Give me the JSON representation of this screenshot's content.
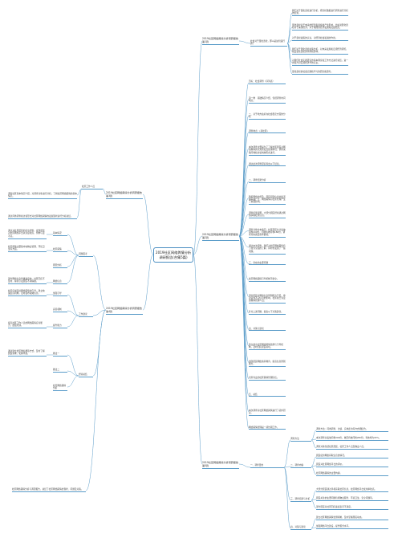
{
  "root": "2019社区网络舆情分析调研报告(合集5篇)",
  "branches": {
    "b1": "2019社区网络舆情分析调研报告 第1篇",
    "b2": "2019社区网络舆情分析调研报告 第2篇",
    "b3": "2019社区网络舆情分析调研报告 第3篇",
    "b4": "2019社区网络舆情分析调研报告 第4篇",
    "b5": "2019社区网络舆情分析调研报告 第5篇"
  },
  "b1_sub": "社会对于量化宽松，那么是如何运行的？",
  "b1_leaves": [
    "我们对于量化宽松进行分析，把分析数据进行调查进行分析的结果。",
    "量化宽松对于未来的经济发展将会产生影响，比如说量化宽松对于美国经济，对于我国的经济发展和社会稳定。",
    "对于宽松政策的认识，对经济社会发展的作用。",
    "我们对于量化宽松政策分析，对未来发展和宏观经济调控，找出量化宽松的作用和影响。",
    "对我们社会实践研究的基本理论和工作方法进行总结，进一步提升对宏观经济学的认识。",
    "量化宽松的社会实践和学习的研究和思考。"
  ],
  "b2_items": [
    "目标：社会调查（序列表）",
    "第一章　基础情况介绍，包括调查时间地点。",
    "二、对于地方政府在社会稳定方面的分析",
    "调查地点：(某社区)",
    "本次调查主要是为了了解社区居民对网络舆情的认知程度及处理情况，调查采取问卷和访谈两种形式进行。",
    "通过此次调查研究得出以下结论。",
    "二、调查结果分析",
    "随着网络的普及，居民获取信息的渠道越来越广泛，网络舆情对社区管理产生了重要影响。",
    "调查结果表明，大部分居民经常通过网络获取社区信息。",
    "调查对象分布情况：社区居民共计发放问卷200份，回收有效问卷186份，调查对象涵盖各年龄段。",
    "通过本次调查，我们对社区网络舆情有了较为全面的了解，同时也发现了一些问题。",
    "三、存在的主要问题",
    "社区网络舆情引导机制不健全。",
    "部分居民对网络信息辨别能力不足，容易受到不实信息的影响，社区缺乏专业的舆情管理人员。",
    "针对上述问题，提出以下对策建议。",
    "四、对策与建议",
    "建立健全社区网络舆情监测与引导机制，及时回应居民关切。",
    "加强居民网络素养教育，提高信息辨别能力。",
    "培养专业的社区舆情管理队伍。",
    "五、总结",
    "本次调查对社区网络舆情进行了初步研究。",
    "网络舆情管理是一项长期工作。"
  ],
  "b3_sub": "社区工作人员",
  "b3_leaves": [
    "调查社区基本情况介绍，对调查对象进行分析，了解社区网络舆情的基本情况。",
    "通过问卷调查和访谈形式对社区网络舆情的发展现状进行分析总结。"
  ],
  "b4_groups": [
    {
      "label": "问题思考",
      "items": [
        {
          "text": "基本情况",
          "leaves": [
            "通过对社区居民的走访调查，发现居民对社区网络平台关注度较高，但参与度不高。"
          ]
        },
        {
          "text": "社区舆情",
          "leaves": [
            "社区舆情主要集中在物业管理、环境卫生等方面。"
          ]
        },
        {
          "text": "原因分析",
          "leaves": []
        },
        {
          "text": "网络信息",
          "leaves": [
            "部分网络信息传播速度快，社区回应不及时，容易引发居民不满情绪。"
          ]
        }
      ]
    },
    {
      "label": "工作建议",
      "items": [
        {
          "text": "加强引导",
          "leaves": [
            "社区应加强对网络舆情的引导，建立快速反应机制，及时发布权威信息。"
          ]
        },
        {
          "text": "完善机制",
          "leaves": []
        },
        {
          "text": "提升能力",
          "leaves": [
            "提高社区工作人员的网络舆情应对能力，加强培训。"
          ]
        }
      ]
    },
    {
      "label": "经验总结",
      "items": [
        {
          "text": "做法一",
          "leaves": [
            "通过建立社区微信群等方式，及时了解居民诉求，化解矛盾。"
          ]
        },
        {
          "text": "做法二",
          "leaves": []
        },
        {
          "text": "社区网络舆情分析",
          "leaves": []
        }
      ]
    }
  ],
  "b4_tail": "社区网络舆情分析与调研报告，总结了社区网络舆情的现状、问题及对策。",
  "b5_sub": "一、调查目的",
  "b5_groups": [
    {
      "label": "调查方法",
      "leaves": [
        "调查方法：问卷调查、访谈、实地走访等方式相结合。",
        "本次调查共发放问卷300份，收回有效问卷280份，有效率为93%。",
        "调查对象包括社区居民、社区工作人员及物业人员。"
      ]
    },
    {
      "label": "二、调查内容",
      "leaves": [
        "居民使用网络获取信息的情况。",
        "居民对社区网络平台的评价。",
        "社区网络舆情的主要内容。"
      ]
    },
    {
      "label": "三、调查结果与分析",
      "leaves": [
        "大部分居民通过手机获取社区信息，社区网络平台使用率较高。",
        "居民关注的主要问题包括物业服务、环境卫生、安全问题等。",
        "部分居民对社区回应速度表示不满意。"
      ]
    },
    {
      "label": "四、对策与建议",
      "leaves": [
        "建立社区网络舆情监测机制，及时掌握居民动态。",
        "加强网络平台建设，提升服务水平。"
      ]
    }
  ]
}
